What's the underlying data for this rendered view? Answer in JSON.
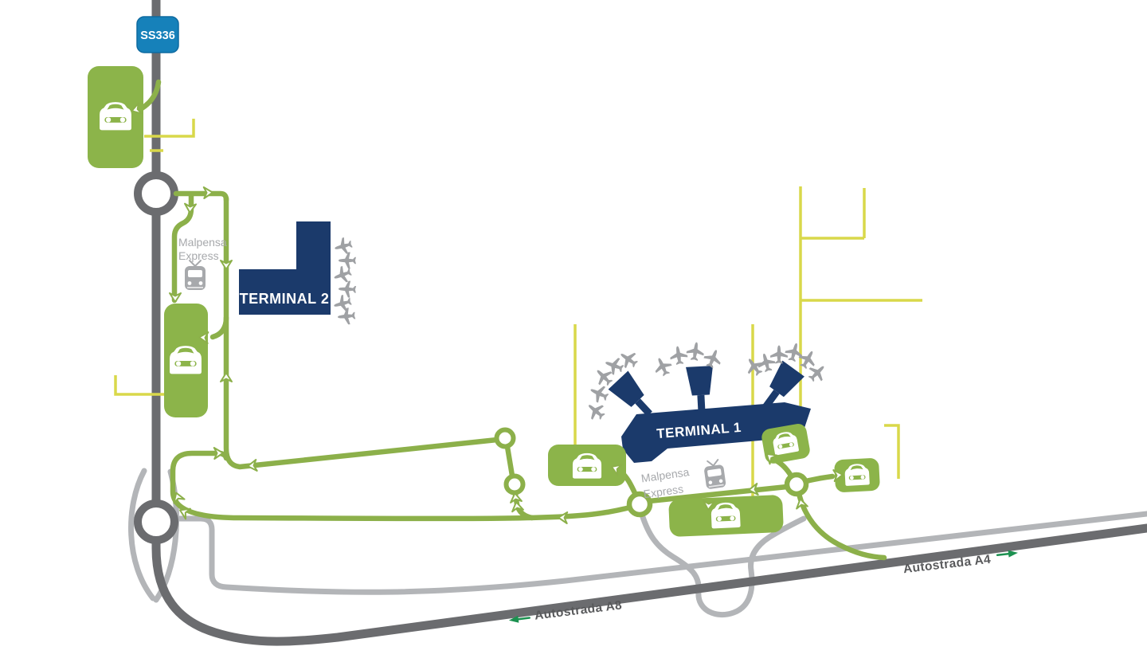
{
  "labels": {
    "ss336": "SS336",
    "terminal_1": "TERMINAL 1",
    "terminal_2": "TERMINAL 2",
    "rail_t2": {
      "line1": "Malpensa",
      "line2": "Express"
    },
    "rail_t1": {
      "line1": "Malpensa",
      "line2": "Express"
    },
    "autostrada_a8": "Autostrada A8",
    "autostrada_a4": "Autostrada A4"
  },
  "icons": {
    "parking_car_icon": "car-front",
    "train_icon": "train-front",
    "airplane_icon": "airplane",
    "direction_arrow_icon": "chevron-arrow"
  },
  "colors": {
    "background": "#FFFFFF",
    "route_green": "#8CB04A",
    "box_green": "#8CB44A",
    "navy": "#1B3A6B",
    "badge_blue": "#1681BA",
    "yellow": "#D9D84A",
    "road_dark": "#6B6C6F",
    "road_light": "#B3B5B8",
    "gray_text": "#A7A9AC",
    "icon_gray": "#9FA1A4",
    "highway_text": "#58595B",
    "arrow_green": "#1C9150"
  }
}
